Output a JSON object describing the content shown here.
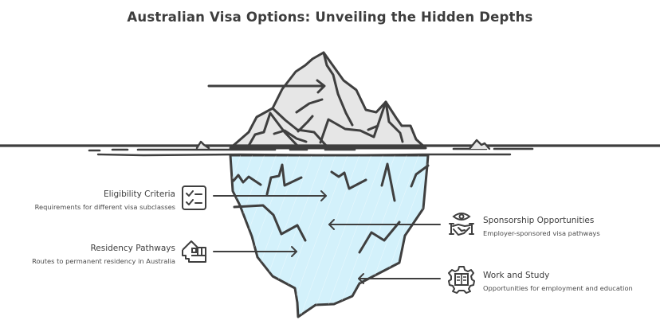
{
  "title": "Australian Visa Options: Unveiling the Hidden Depths",
  "colors": {
    "stroke": "#3f3f3f",
    "tip_fill": "#e6e6e6",
    "underwater_fill": "#d3f1fb",
    "text": "#3d3d3d"
  },
  "items": [
    {
      "id": "tip",
      "heading": "",
      "description": "",
      "icon": "",
      "side": "left",
      "zone": "above-water"
    },
    {
      "id": "eligibility",
      "heading": "Eligibility Criteria",
      "description": "Requirements for different visa subclasses",
      "icon": "checklist-icon",
      "side": "left",
      "zone": "underwater"
    },
    {
      "id": "residency",
      "heading": "Residency Pathways",
      "description": "Routes to permanent residency in Australia",
      "icon": "house-stairs-icon",
      "side": "left",
      "zone": "underwater"
    },
    {
      "id": "sponsorship",
      "heading": "Sponsorship Opportunities",
      "description": "Employer-sponsored visa pathways",
      "icon": "handshake-eye-icon",
      "side": "right",
      "zone": "underwater"
    },
    {
      "id": "work_study",
      "heading": "Work and Study",
      "description": "Opportunities for employment and education",
      "icon": "gear-book-icon",
      "side": "right",
      "zone": "underwater"
    }
  ]
}
